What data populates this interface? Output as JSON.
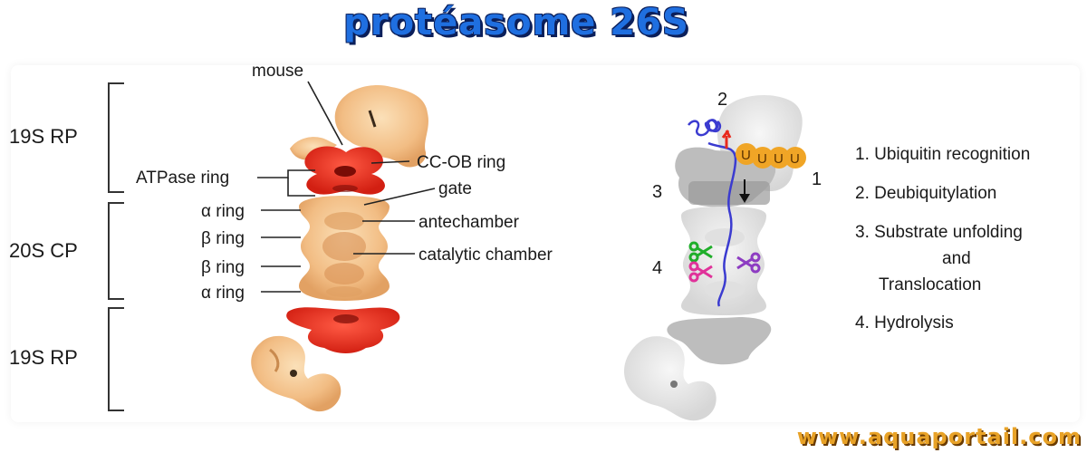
{
  "title": "protéasome 26S",
  "left_labels": {
    "rp_top": "19S RP",
    "cp": "20S CP",
    "rp_bottom": "19S RP",
    "mouse": "mouse",
    "atpase_ring": "ATPase ring",
    "ccob_ring": "CC-OB ring",
    "gate": "gate",
    "antechamber": "antechamber",
    "catalytic_chamber": "catalytic chamber",
    "alpha_ring": "α ring",
    "beta_ring": "β ring"
  },
  "right_numbers": {
    "n1": "1",
    "n2": "2",
    "n3": "3",
    "n4": "4"
  },
  "ubiquitin_letter": "U",
  "steps": {
    "s1": "1. Ubiquitin recognition",
    "s2": "2. Deubiquitylation",
    "s3_line1": "3. Substrate unfolding",
    "s3_line2": "and",
    "s3_line3": "Translocation",
    "s4": "4. Hydrolysis"
  },
  "watermark": "www.aquaportail.com",
  "colors": {
    "title": "#1f6fe0",
    "orange_subunit": "#f4c48e",
    "red_subunit": "#e8291c",
    "gray_subunit": "#e6e6e6",
    "ubiquitin": "#f0a526",
    "watermark": "#e8a227"
  }
}
